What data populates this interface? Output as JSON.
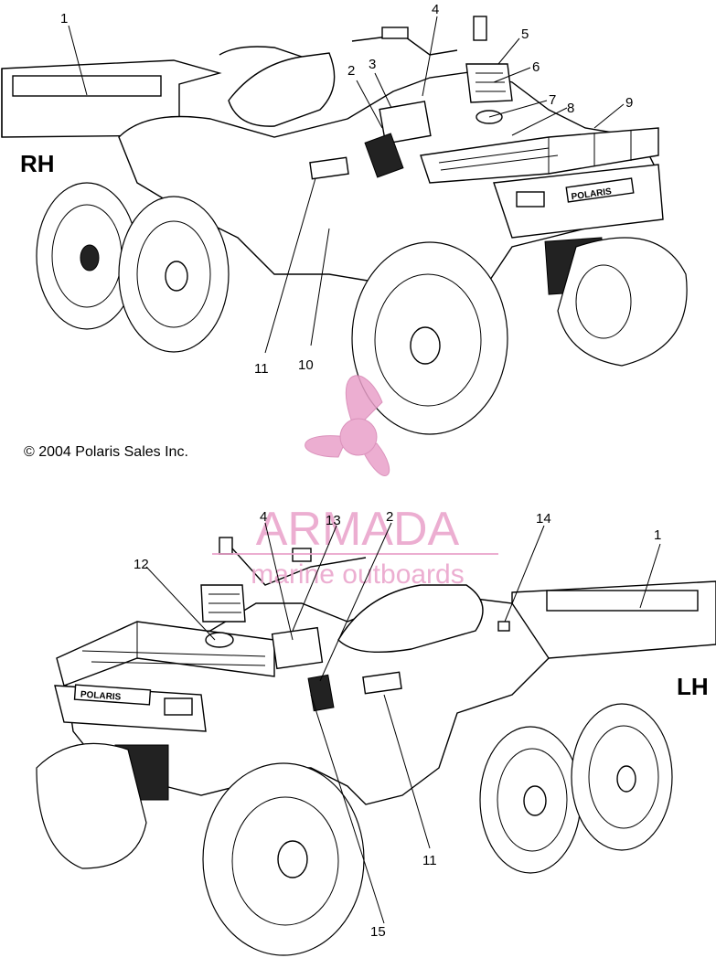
{
  "diagram": {
    "side_labels": {
      "rh": "RH",
      "lh": "LH"
    },
    "copyright": "© 2004 Polaris Sales Inc.",
    "brand_plate": "POLARIS",
    "watermark": {
      "title": "ARMADA",
      "subtitle": "marine outboards",
      "color": "#e9a0c9"
    },
    "callouts_rh": [
      "1",
      "2",
      "3",
      "4",
      "5",
      "6",
      "7",
      "8",
      "9",
      "10",
      "11"
    ],
    "callouts_lh": [
      "1",
      "2",
      "4",
      "11",
      "12",
      "13",
      "14",
      "15"
    ]
  }
}
